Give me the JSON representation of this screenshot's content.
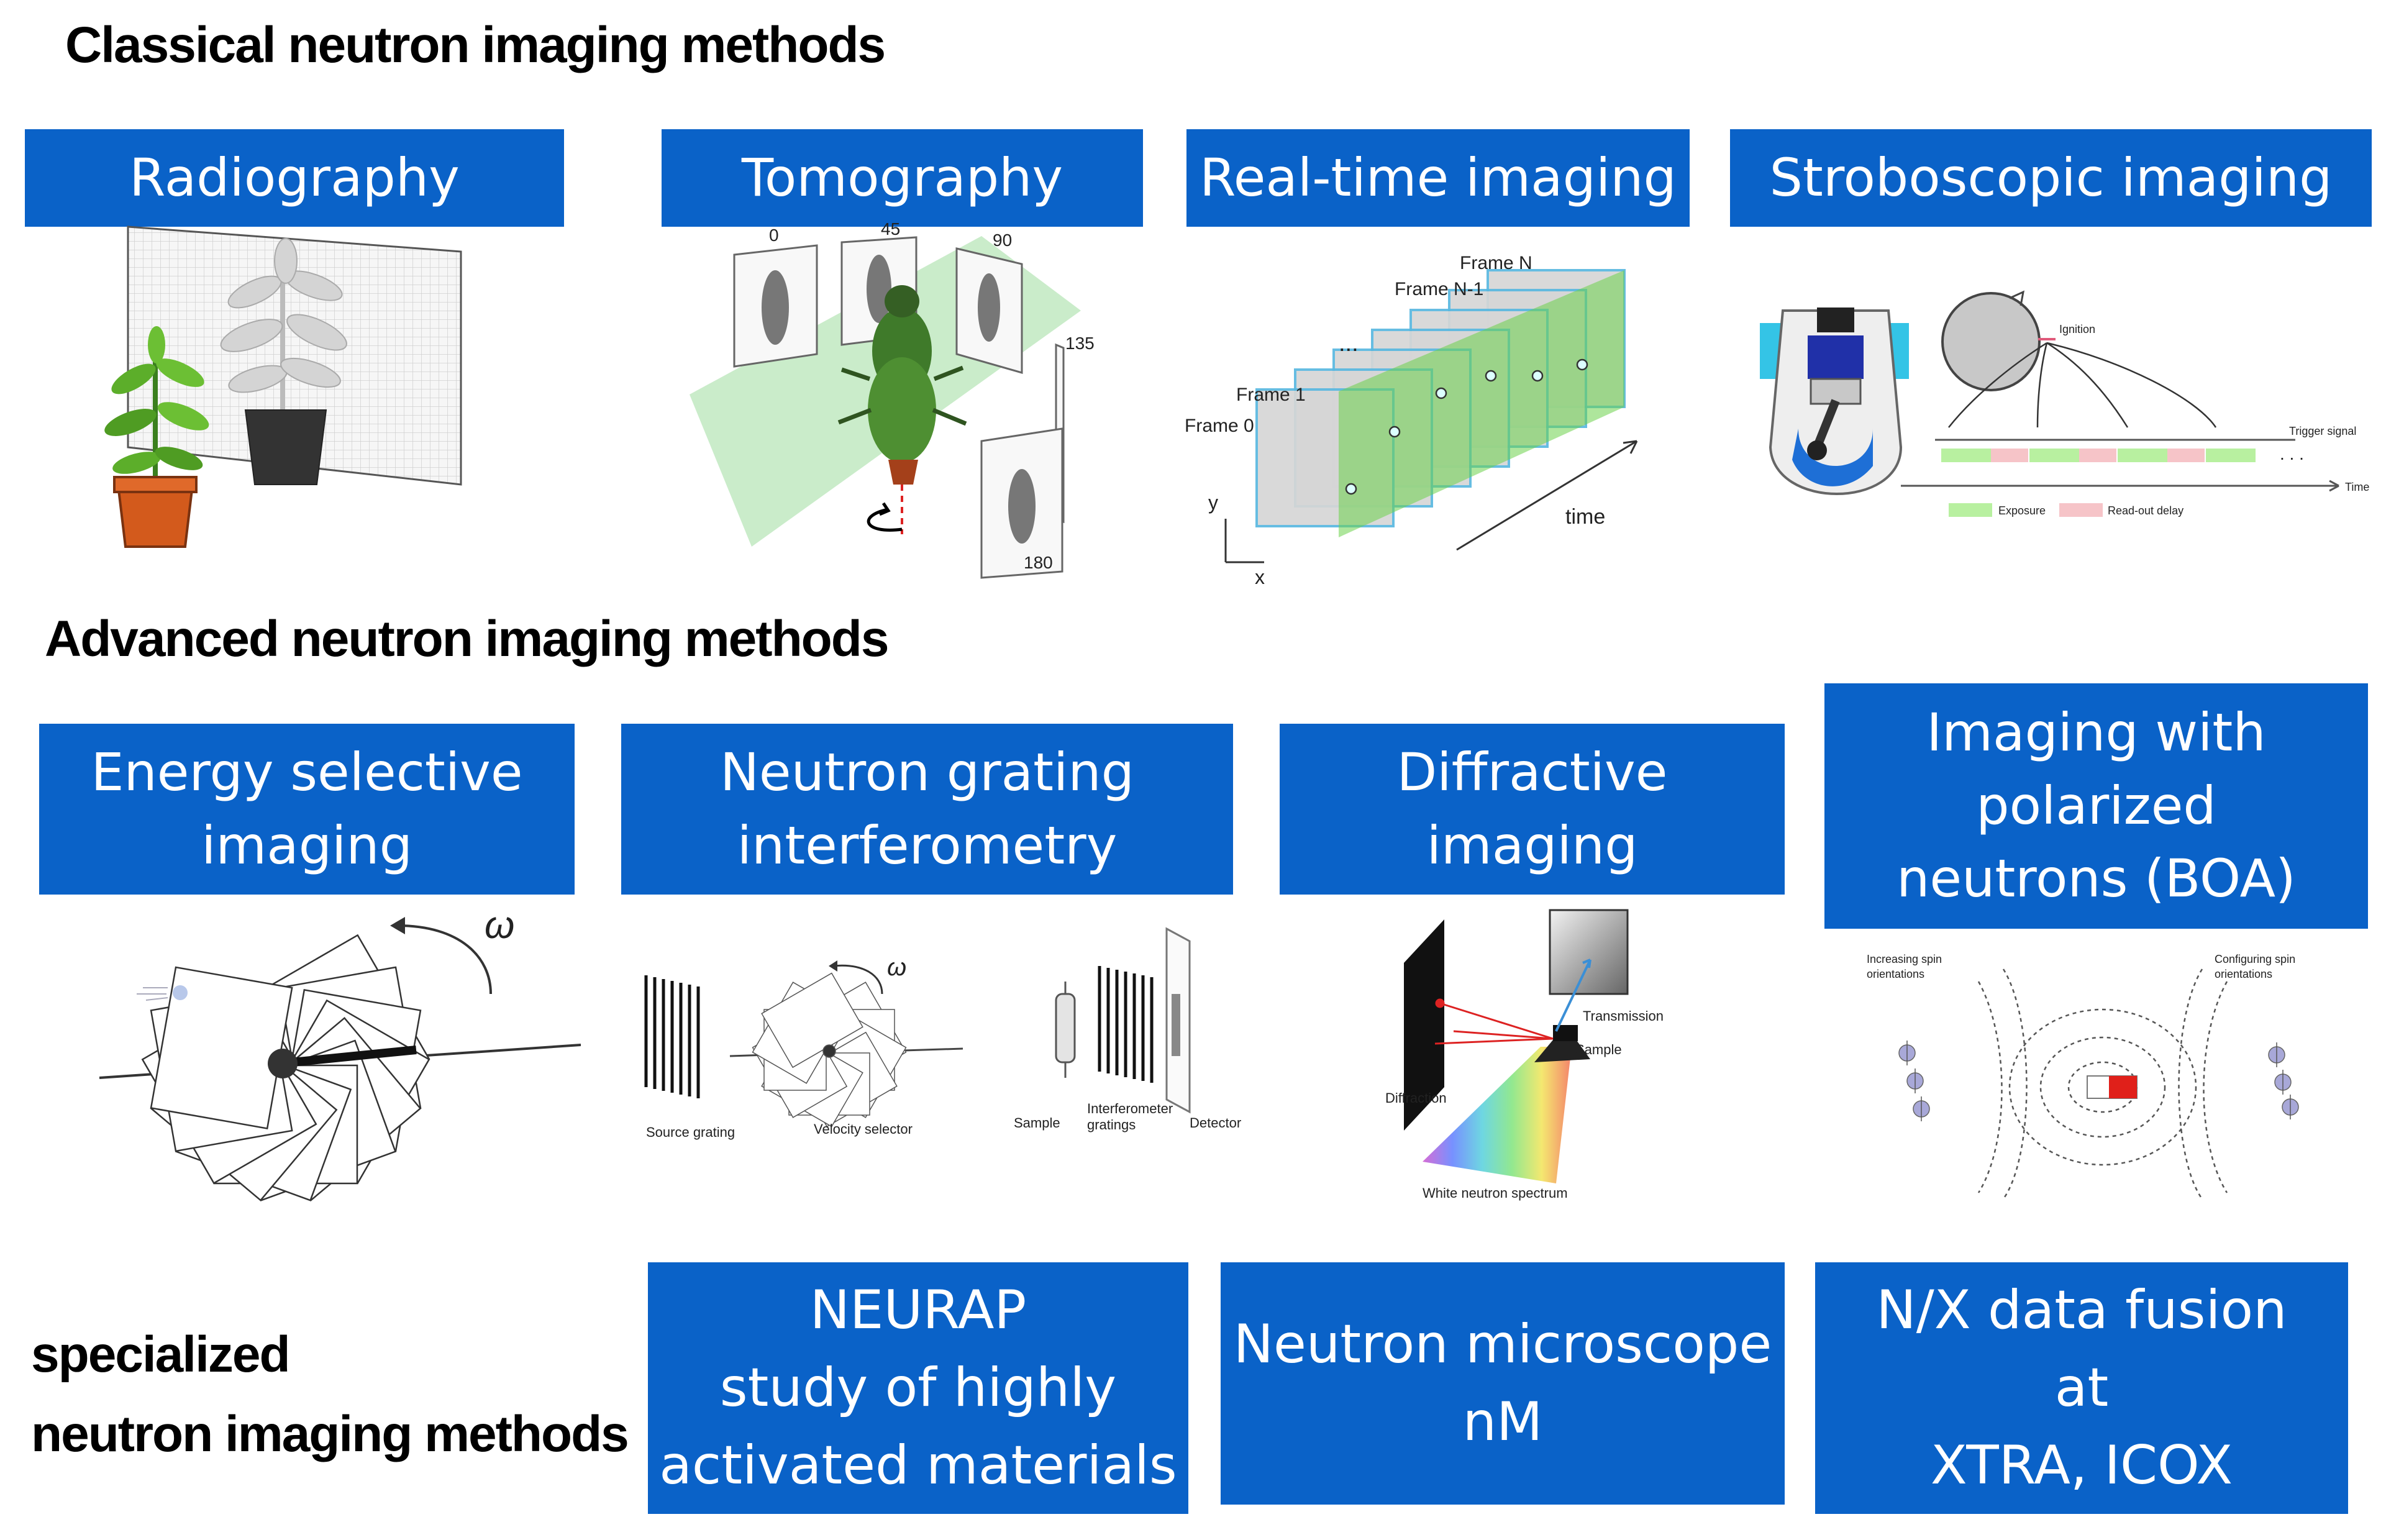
{
  "sections": {
    "classical": "Classical  neutron imaging methods",
    "advanced": "Advanced neutron imaging methods",
    "specialized_line1": "specialized",
    "specialized_line2": "neutron imaging methods"
  },
  "boxes": {
    "radiography": "Radiography",
    "tomography": "Tomography",
    "realtime": "Real-time imaging",
    "stroboscopic": "Stroboscopic imaging",
    "energy": "Energy selective\nimaging",
    "grating": "Neutron grating\ninterferometry",
    "diffractive": "Diffractive\nimaging",
    "polarized": "Imaging with\npolarized\nneutrons (BOA)",
    "neurap": "NEURAP\nstudy of highly\nactivated materials",
    "microscope": "Neutron microscope\nnM",
    "fusion": "N/X data fusion\nat\nXTRA, ICOX"
  },
  "tomography_fig": {
    "angle_0": "0",
    "angle_45": "45",
    "angle_90": "90",
    "angle_135": "135",
    "angle_180": "180"
  },
  "realtime_fig": {
    "frame_n": "Frame N",
    "frame_n1": "Frame N-1",
    "dots": "...",
    "frame_1": "Frame 1",
    "frame_0": "Frame 0",
    "axis_y": "y",
    "axis_x": "x",
    "time": "time"
  },
  "stroboscopic_fig": {
    "ignition": "Ignition",
    "trigger": "Trigger signal",
    "time": "Time",
    "exposure": "Exposure",
    "readout": "Read-out delay",
    "dots": ". . ."
  },
  "energy_fig": {
    "omega": "ω"
  },
  "grating_fig": {
    "omega": "ω",
    "source": "Source grating",
    "velocity": "Velocity selector",
    "sample": "Sample",
    "interferometer_1": "Interferometer",
    "interferometer_2": "gratings",
    "detector": "Detector"
  },
  "diffraction_fig": {
    "transmission": "Transmission",
    "sample": "Sample",
    "diffraction": "Diffraction",
    "spectrum": "White neutron spectrum"
  },
  "polarized_fig": {
    "left_1": "Increasing spin",
    "left_2": "orientations",
    "right_1": "Configuring spin",
    "right_2": "orientations"
  },
  "colors": {
    "box_blue": "#0a62c8",
    "screen_green": "#b8e6b8"
  }
}
